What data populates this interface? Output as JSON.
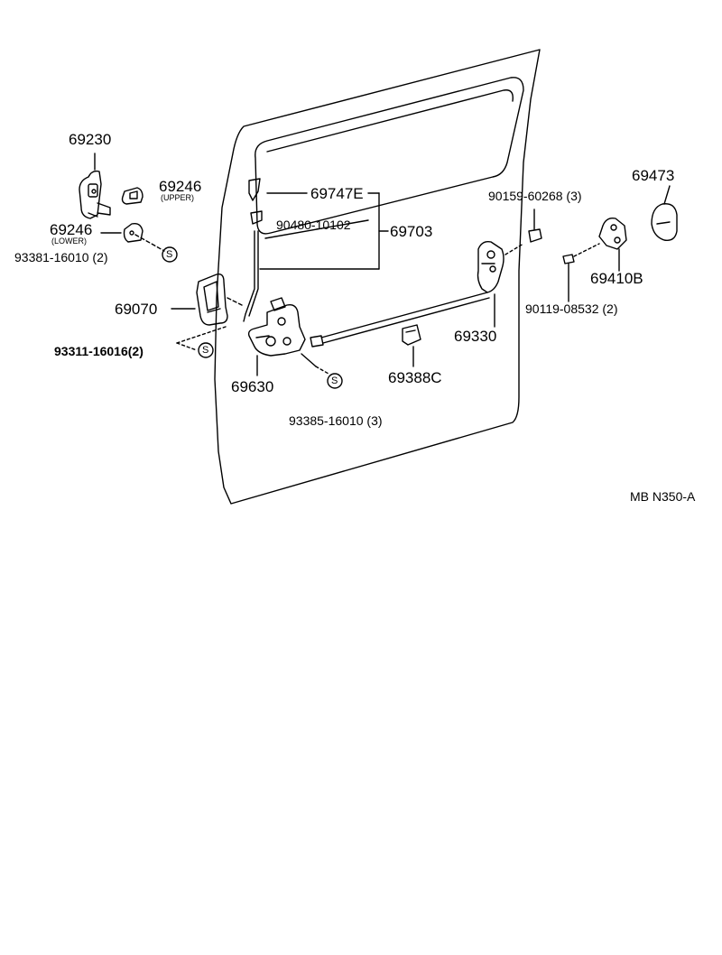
{
  "diagram": {
    "parts": {
      "p69230": "69230",
      "p69246_upper": "69246",
      "upper_note": "(UPPER)",
      "p69246_lower": "69246",
      "lower_note": "(LOWER)",
      "p93381": "93381-16010 (2)",
      "p69070": "69070",
      "p93311": "93311-16016(2)",
      "p69630": "69630",
      "p93385": "93385-16010 (3)",
      "p69747e": "69747E",
      "p90480": "90480-10102",
      "p69703": "69703",
      "p69388c": "69388C",
      "p69330": "69330",
      "p90159": "90159-60268 (3)",
      "p69473": "69473",
      "p69410b": "69410B",
      "p90119": "90119-08532 (2)"
    },
    "symbols": {
      "s1": "S",
      "s2": "S",
      "s3": "S"
    },
    "code": "MB N350-A"
  }
}
